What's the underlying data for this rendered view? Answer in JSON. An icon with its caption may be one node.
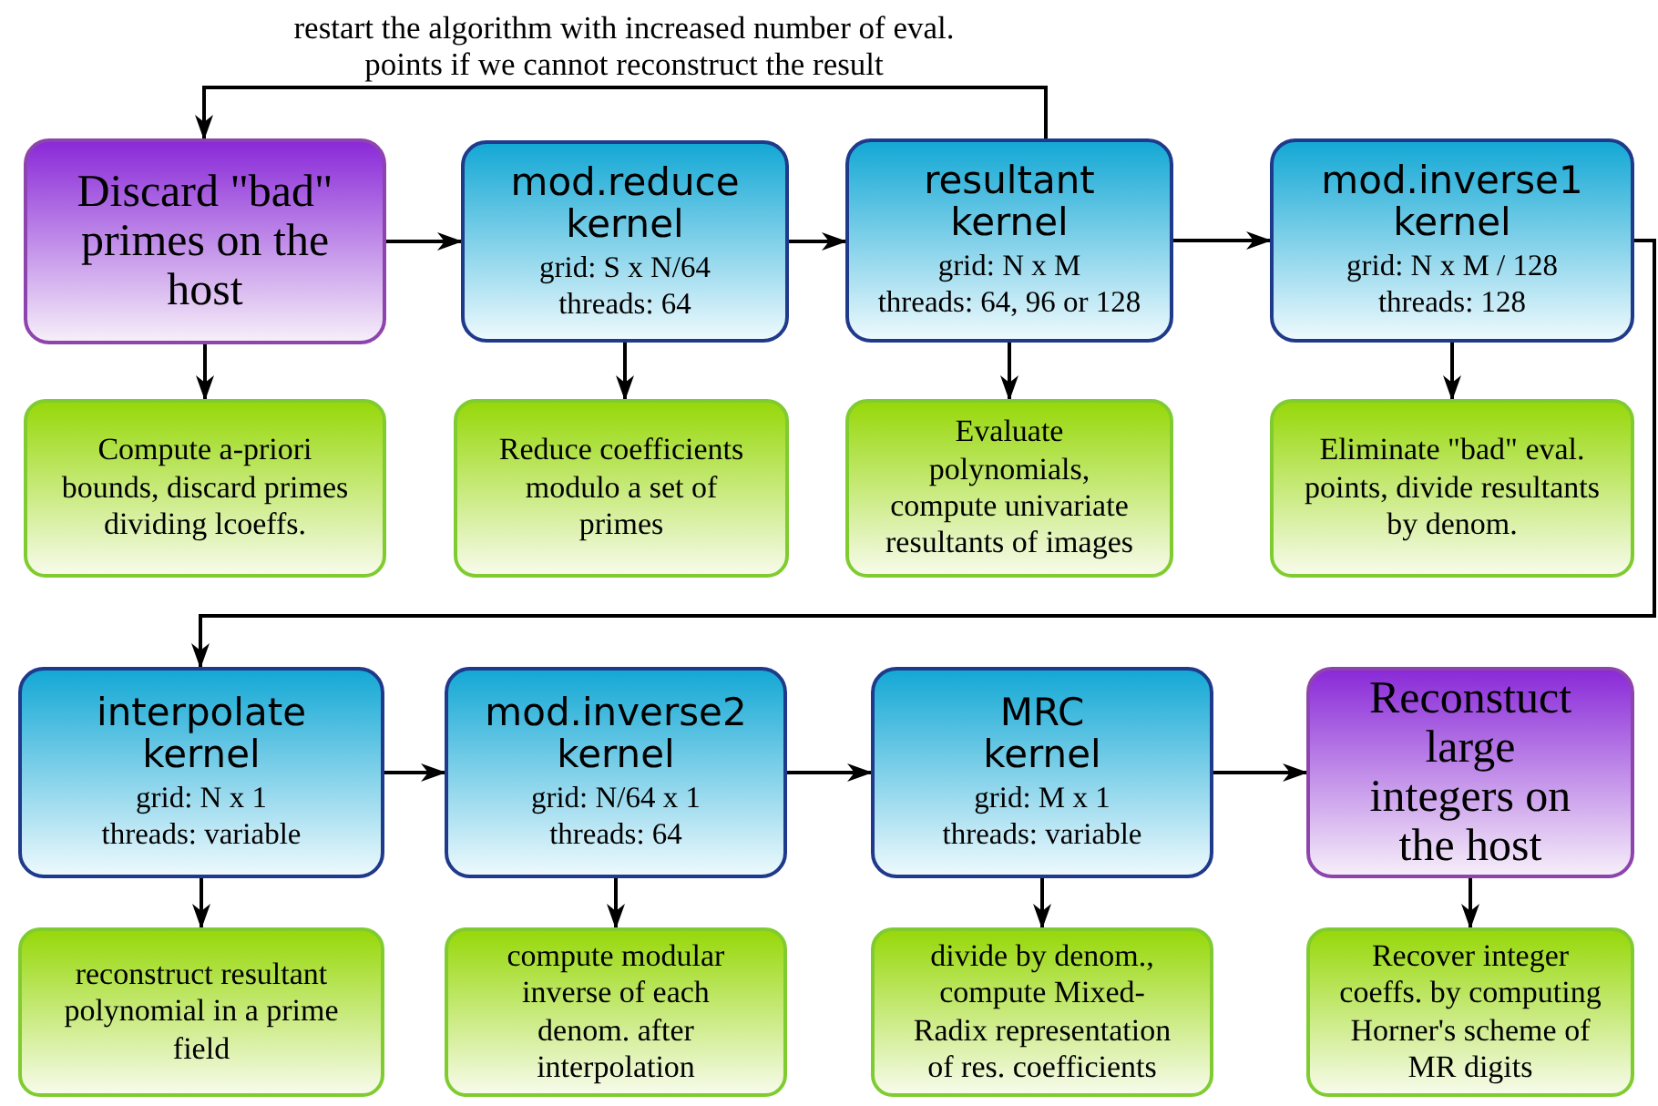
{
  "diagram": {
    "nodes": [
      {
        "text": [
          "Discard \"bad\" primes on the host"
        ]
      },
      {
        "text": [
          "mod.reduce kernel",
          "grid: S x N/64",
          "threads: 64"
        ]
      },
      {
        "text": [
          "resultant kernel",
          "grid: N x M",
          "threads: 64, 96 or 128"
        ]
      },
      {
        "text": [
          "mod.inverse1 kernel",
          "grid: N x M / 128",
          "threads: 128"
        ]
      },
      {
        "text": [
          "Compute a-priori bounds, discard primes dividing lcoeffs."
        ]
      },
      {
        "text": [
          "Reduce coefficients modulo a set of primes"
        ]
      },
      {
        "text": [
          "Evaluate polynomials, compute univariate resultants of images"
        ]
      },
      {
        "text": [
          "Eliminate \"bad\" eval. points, divide resultants by denom."
        ]
      },
      {
        "text": [
          "interpolate kernel",
          "grid: N x 1",
          "threads: variable"
        ]
      },
      {
        "text": [
          "mod.inverse2 kernel",
          "grid: N/64 x 1",
          "threads: 64"
        ]
      },
      {
        "text": [
          "MRC kernel",
          "grid: M x 1",
          "threads: variable"
        ]
      },
      {
        "text": [
          "Reconstuct large integers on the host"
        ]
      },
      {
        "text": [
          "reconstruct resultant polynomial in a prime field"
        ]
      },
      {
        "text": [
          "compute modular inverse of each denom. after interpolation"
        ]
      },
      {
        "text": [
          "divide by denom., compute Mixed-Radix representation of res. coefficients"
        ]
      },
      {
        "text": [
          "Recover integer coeffs. by computing Horner's scheme of MR digits"
        ]
      }
    ],
    "edges": [
      {
        "from": 0,
        "to": 1,
        "arrow": "to"
      },
      {
        "from": 1,
        "to": 2,
        "arrow": "to"
      },
      {
        "from": 2,
        "to": 3,
        "arrow": "to"
      },
      {
        "from": 2,
        "to": 0,
        "arrow": "to",
        "label": "restart the algorithm with increased number of eval. points if we cannot reconstruct the result"
      },
      {
        "from": 0,
        "to": 4,
        "arrow": "to"
      },
      {
        "from": 1,
        "to": 5,
        "arrow": "to"
      },
      {
        "from": 2,
        "to": 6,
        "arrow": "to"
      },
      {
        "from": 3,
        "to": 7,
        "arrow": "to"
      },
      {
        "from": 3,
        "to": 8,
        "arrow": "to"
      },
      {
        "from": 8,
        "to": 9,
        "arrow": "to"
      },
      {
        "from": 9,
        "to": 10,
        "arrow": "to"
      },
      {
        "from": 10,
        "to": 11,
        "arrow": "to"
      },
      {
        "from": 8,
        "to": 12,
        "arrow": "to"
      },
      {
        "from": 9,
        "to": 13,
        "arrow": "to"
      },
      {
        "from": 10,
        "to": 14,
        "arrow": "to"
      },
      {
        "from": 11,
        "to": 15,
        "arrow": "to"
      }
    ]
  }
}
